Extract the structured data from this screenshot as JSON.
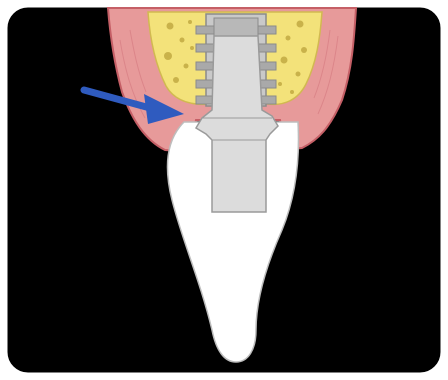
{
  "diagram": {
    "parts": [
      "background-panel",
      "gingiva",
      "alveolar-bone",
      "implant-fixture",
      "abutment",
      "crown",
      "arrow"
    ],
    "colors": {
      "background": "#000000",
      "frame": "#ffffff",
      "gingiva": "#e79a9a",
      "gingiva_edge": "#c55f66",
      "bone": "#f3e27a",
      "bone_pores": "#c9b24a",
      "implant": "#c9c9c9",
      "implant_dark": "#a9a9a9",
      "abutment": "#dcdcdc",
      "crown": "#ffffff",
      "outline": "#8a8a8a",
      "arrow": "#2f5bbf"
    }
  }
}
